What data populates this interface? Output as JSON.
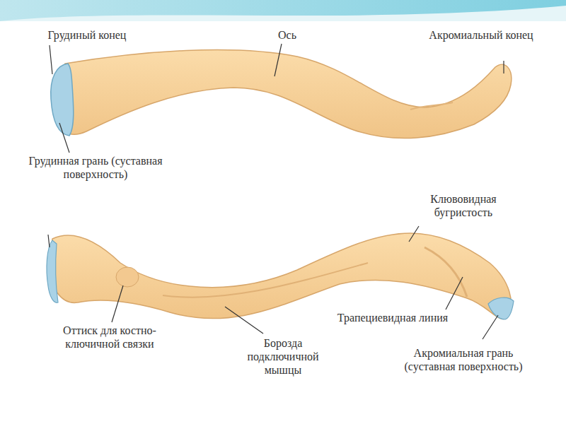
{
  "diagram": {
    "labels": [
      "Грудиный конец",
      "Ось",
      "Акромиальный конец",
      "Грудинная грань (суставная поверхность)",
      "Клювовидная бугристость",
      "Оттиск для костно-ключичной связки",
      "Борозда подключичной мышцы",
      "Трапециевидная линия",
      "Акромиальная грань (суставная поверхность)"
    ]
  }
}
